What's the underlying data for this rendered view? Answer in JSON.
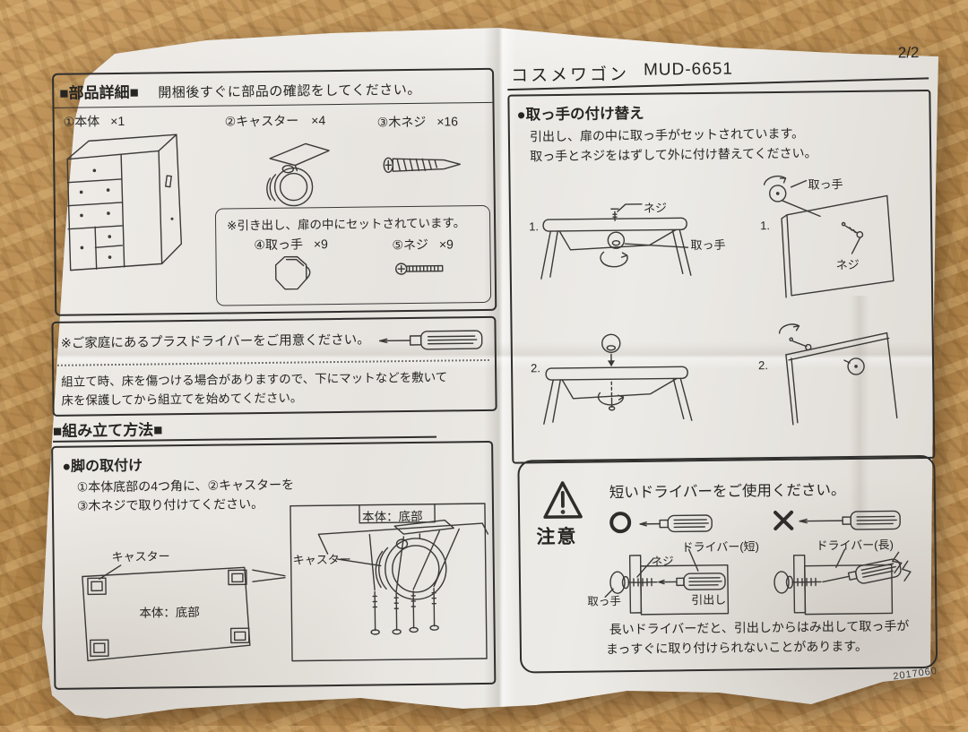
{
  "header": {
    "product_name": "コスメワゴン",
    "model": "MUD-6651",
    "page_number": "2/2",
    "print_code": "2017060"
  },
  "parts_section": {
    "title": "■部品詳細■",
    "subtitle": "開梱後すぐに部品の確認をしてください。",
    "parts": [
      {
        "label": "①本体",
        "qty": "×1",
        "icon": "cabinet-illustration"
      },
      {
        "label": "②キャスター",
        "qty": "×4",
        "icon": "caster-illustration"
      },
      {
        "label": "③木ネジ",
        "qty": "×16",
        "icon": "wood-screw-illustration"
      }
    ],
    "inner_box": {
      "note": "※引き出し、扉の中にセットされています。",
      "parts": [
        {
          "label": "④取っ手",
          "qty": "×9",
          "icon": "knob-illustration"
        },
        {
          "label": "⑤ネジ",
          "qty": "×9",
          "icon": "small-screw-illustration"
        }
      ]
    }
  },
  "prep_section": {
    "driver_note": "※ご家庭にあるプラスドライバーをご用意ください。",
    "floor_note_line1": "組立て時、床を傷つける場合がありますので、下にマットなどを敷いて",
    "floor_note_line2": "床を保護してから組立てを始めてください。"
  },
  "assembly_section": {
    "title": "■組み立て方法■",
    "step_heading": "●脚の取付け",
    "instruction_line1": "①本体底部の4つ角に、②キャスターを",
    "instruction_line2": "③木ネジで取り付けてください。",
    "label_caster": "キャスター",
    "label_body_bottom": "本体：底部"
  },
  "handle_section": {
    "heading": "●取っ手の付け替え",
    "line1": "引出し、扉の中に取っ手がセットされています。",
    "line2": "取っ手とネジをはずして外に付け替えてください。",
    "step1": "1.",
    "step2": "2.",
    "label_screw": "ネジ",
    "label_handle": "取っ手"
  },
  "caution_section": {
    "caution_label": "注意",
    "headline": "短いドライバーをご使用ください。",
    "ok_mark": "○",
    "ng_mark": "×",
    "driver_short_label": "ドライバー(短)",
    "driver_long_label": "ドライバー(長)",
    "label_screw": "ネジ",
    "label_handle": "取っ手",
    "label_drawer": "引出し",
    "warning_line1": "長いドライバーだと、引出しからはみ出して取っ手が",
    "warning_line2": "まっすぐに取り付けられないことがあります。"
  }
}
